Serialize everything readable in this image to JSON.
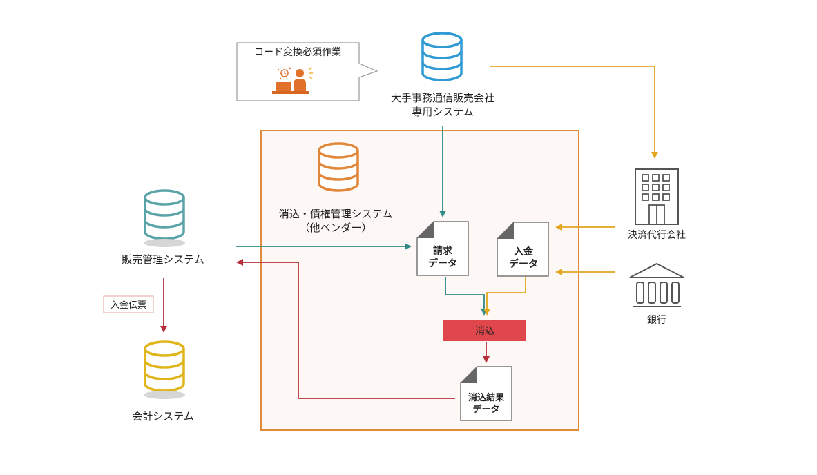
{
  "labels": {
    "callout": "コード変換必須作業",
    "major_system_line1": "大手事務通信販売会社",
    "major_system_line2": "専用システム",
    "vendor_system_line1": "消込・債権管理システム",
    "vendor_system_line2": "（他ベンダー）",
    "sales_system": "販売管理システム",
    "deposit_slip": "入金伝票",
    "accounting_system": "会計システム",
    "payment_agency": "決済代行会社",
    "bank": "銀行",
    "invoice_doc_line1": "請求",
    "invoice_doc_line2": "データ",
    "deposit_doc_line1": "入金",
    "deposit_doc_line2": "データ",
    "reconcile": "消込",
    "result_doc_line1": "消込結果",
    "result_doc_line2": "データ"
  },
  "colors": {
    "teal": "#2e8a87",
    "gold": "#e2a51c",
    "red": "#b5303a",
    "reconcile_fill": "#e0474c",
    "frame": "#e08a3c",
    "db_blue": "#2f9ad3",
    "db_orange": "#e0873a",
    "db_teal": "#5aa3a8",
    "db_yellow": "#e0b51c"
  }
}
